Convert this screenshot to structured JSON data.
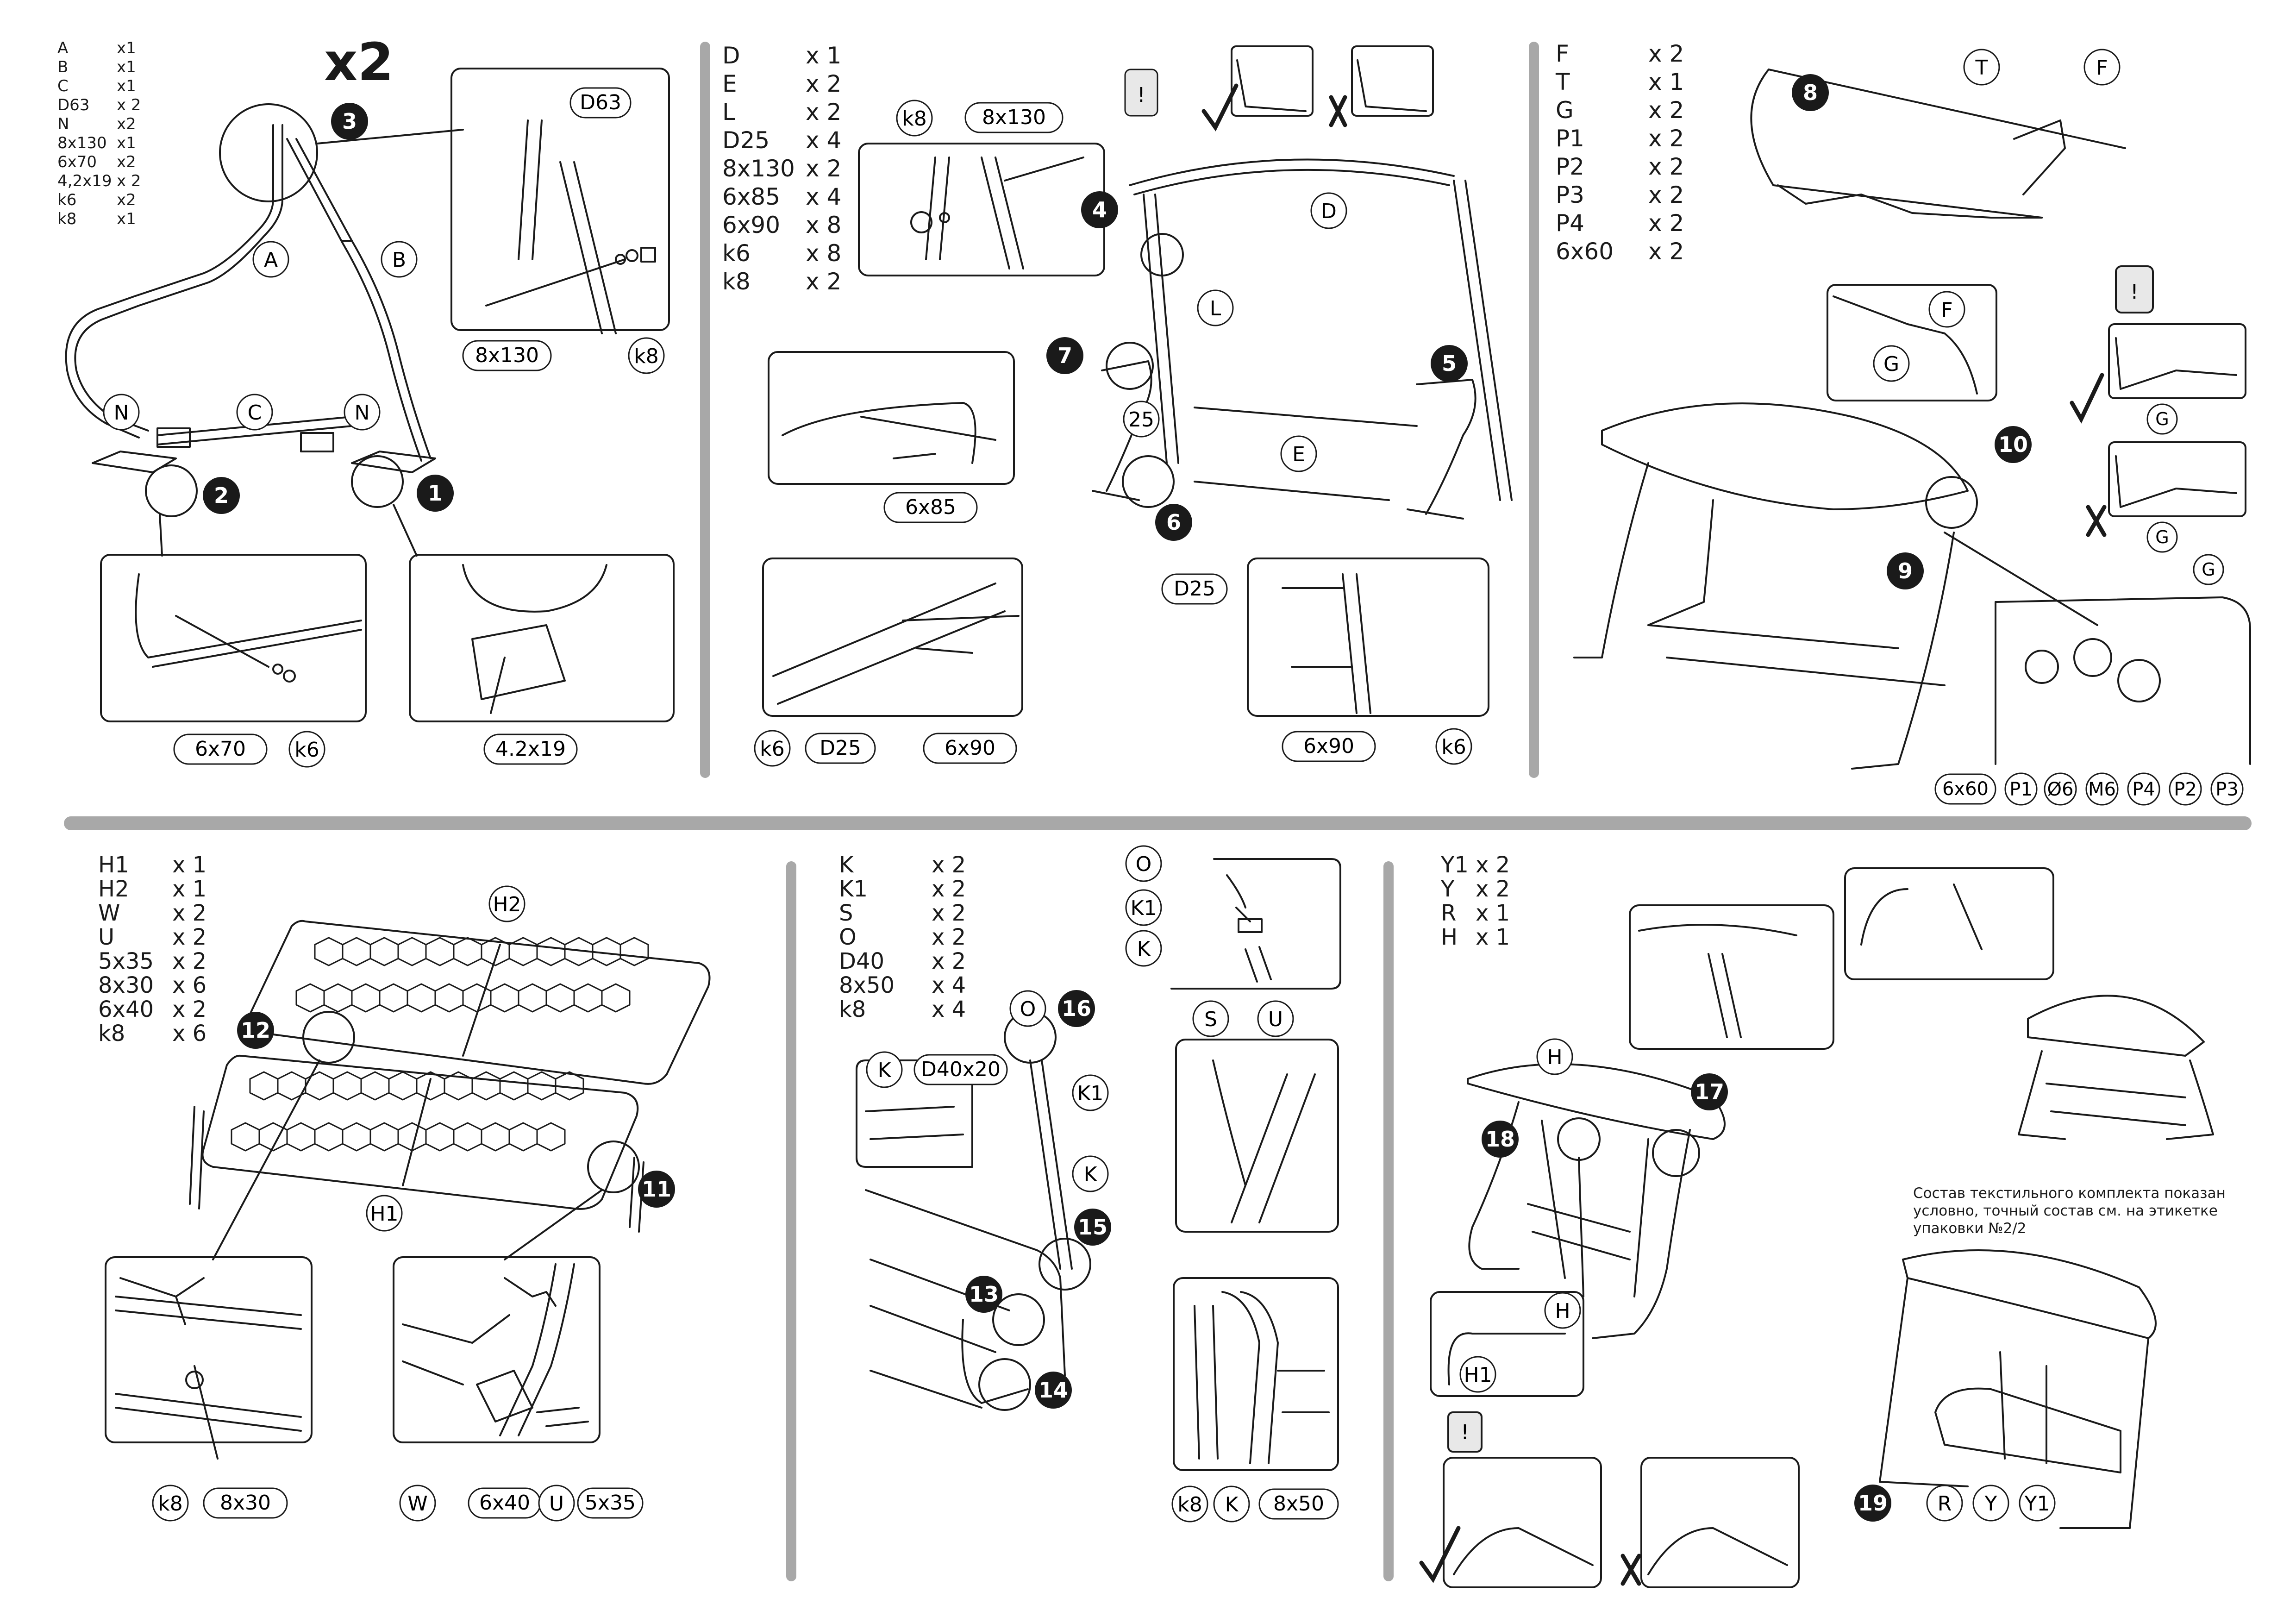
{
  "panels": {
    "p1": {
      "parts": [
        {
          "name": "A",
          "qty": "x1"
        },
        {
          "name": "B",
          "qty": "x1"
        },
        {
          "name": "C",
          "qty": "x1"
        },
        {
          "name": "D63",
          "qty": "x 2"
        },
        {
          "name": "N",
          "qty": "x2"
        },
        {
          "name": "8x130",
          "qty": "x1"
        },
        {
          "name": "6x70",
          "qty": "x2"
        },
        {
          "name": "4,2x19",
          "qty": "x 2"
        },
        {
          "name": "k6",
          "qty": "x2"
        },
        {
          "name": "k8",
          "qty": "x1"
        }
      ],
      "multiplier": "x2",
      "labels": {
        "A": "A",
        "B": "B",
        "C": "C",
        "N": "N",
        "D63": "D63",
        "b8x130": "8x130",
        "k8": "k8",
        "b6x70": "6x70",
        "k6": "k6",
        "s42x19": "4.2x19"
      },
      "steps": {
        "s1": "1",
        "s2": "2",
        "s3": "3"
      }
    },
    "p2": {
      "parts": [
        {
          "name": "D",
          "qty": "x 1"
        },
        {
          "name": "E",
          "qty": "x 2"
        },
        {
          "name": "L",
          "qty": "x 2"
        },
        {
          "name": "D25",
          "qty": "x 4"
        },
        {
          "name": "8x130",
          "qty": "x 2"
        },
        {
          "name": "6x85",
          "qty": "x 4"
        },
        {
          "name": "6x90",
          "qty": "x 8"
        },
        {
          "name": "k6",
          "qty": "x 8"
        },
        {
          "name": "k8",
          "qty": "x 2"
        }
      ],
      "labels": {
        "k8": "k8",
        "b8x130": "8x130",
        "D": "D",
        "L": "L",
        "n25": "25",
        "E": "E",
        "b6x85": "6x85",
        "k6": "k6",
        "D25": "D25",
        "b6x90": "6x90",
        "D25b": "D25",
        "b6x90b": "6x90",
        "k6b": "k6",
        "excl": "!"
      },
      "steps": {
        "s4": "4",
        "s5": "5",
        "s6": "6",
        "s7": "7"
      }
    },
    "p3": {
      "parts": [
        {
          "name": "F",
          "qty": "x 2"
        },
        {
          "name": "T",
          "qty": "x 1"
        },
        {
          "name": "G",
          "qty": "x 2"
        },
        {
          "name": "P1",
          "qty": "x 2"
        },
        {
          "name": "P2",
          "qty": "x 2"
        },
        {
          "name": "P3",
          "qty": "x 2"
        },
        {
          "name": "P4",
          "qty": "x 2"
        },
        {
          "name": "6x60",
          "qty": "x 2"
        }
      ],
      "labels": {
        "T": "T",
        "F": "F",
        "F2": "F",
        "G": "G",
        "G2": "G",
        "G3": "G",
        "G4": "G",
        "excl": "!",
        "hw": [
          "6x60",
          "P1",
          "Ø6",
          "M6",
          "P4",
          "P2",
          "P3"
        ]
      },
      "steps": {
        "s8": "8",
        "s9": "9",
        "s10": "10"
      }
    },
    "p4": {
      "parts": [
        {
          "name": "H1",
          "qty": "x 1"
        },
        {
          "name": "H2",
          "qty": "x 1"
        },
        {
          "name": "W",
          "qty": "x 2"
        },
        {
          "name": "U",
          "qty": "x 2"
        },
        {
          "name": "5x35",
          "qty": "x 2"
        },
        {
          "name": "8x30",
          "qty": "x 6"
        },
        {
          "name": "6x40",
          "qty": "x 2"
        },
        {
          "name": "k8",
          "qty": "x 6"
        }
      ],
      "labels": {
        "H2": "H2",
        "H1": "H1",
        "k8": "k8",
        "b8x30": "8x30",
        "W": "W",
        "b6x40": "6x40",
        "U": "U",
        "b5x35": "5x35"
      },
      "steps": {
        "s11": "11",
        "s12": "12"
      }
    },
    "p5": {
      "parts": [
        {
          "name": "K",
          "qty": "x 2"
        },
        {
          "name": "K1",
          "qty": "x 2"
        },
        {
          "name": "S",
          "qty": "x 2"
        },
        {
          "name": "O",
          "qty": "x 2"
        },
        {
          "name": "D40",
          "qty": "x 2"
        },
        {
          "name": "8x50",
          "qty": "x 4"
        },
        {
          "name": "k8",
          "qty": "x 4"
        }
      ],
      "labels": {
        "O": "O",
        "K1": "K1",
        "K": "K",
        "O2": "O",
        "D40x20": "D40x20",
        "K1b": "K1",
        "Kb": "K",
        "S": "S",
        "U": "U",
        "k8": "k8",
        "Kc": "K",
        "b8x50": "8x50",
        "Kd": "K"
      },
      "steps": {
        "s13": "13",
        "s14": "14",
        "s15": "15",
        "s16": "16"
      }
    },
    "p6": {
      "parts": [
        {
          "name": "Y1",
          "qty": "x 2"
        },
        {
          "name": "Y",
          "qty": "x 2"
        },
        {
          "name": "R",
          "qty": "x 1"
        },
        {
          "name": "H",
          "qty": "x 1"
        }
      ],
      "labels": {
        "H": "H",
        "H2": "H",
        "H1": "H1",
        "excl": "!",
        "R": "R",
        "Y": "Y",
        "Y1": "Y1"
      },
      "note": [
        "Состав текстильного комплекта показан",
        "условно, точный состав см. на этикетке",
        "упаковки №2/2"
      ],
      "steps": {
        "s17": "17",
        "s18": "18",
        "s19": "19"
      }
    }
  }
}
